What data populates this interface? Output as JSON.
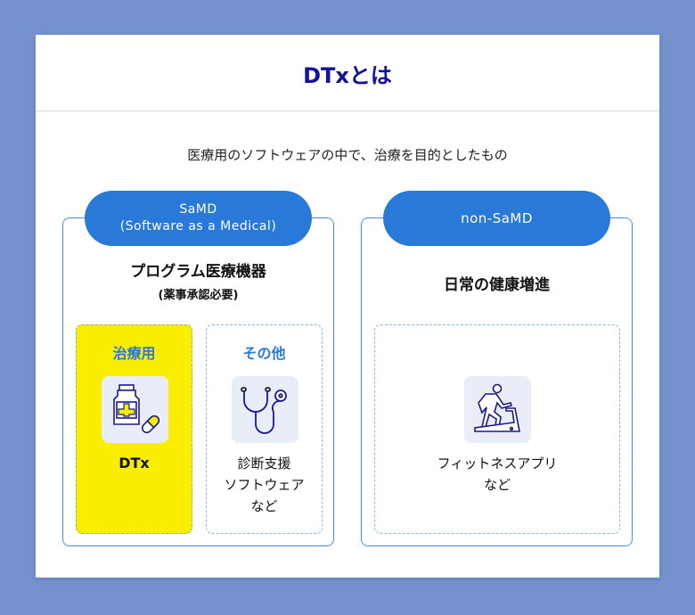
{
  "title": "DTxとは",
  "subtitle": "医療用のソフトウェアの中で、治療を目的としたもの",
  "samd": {
    "pill_line1": "SaMD",
    "pill_line2": "(Software as a Medical)",
    "heading": "プログラム医療機器",
    "subheading": "(薬事承認必要)",
    "treatment": {
      "label": "治療用",
      "icon": "medicine-bottle-capsule-icon",
      "text": "DTx"
    },
    "other": {
      "label": "その他",
      "icon": "stethoscope-icon",
      "line1": "診断支援",
      "line2": "ソフトウェア",
      "line3": "など"
    }
  },
  "nonsamd": {
    "pill": "non-SaMD",
    "heading": "日常の健康増進",
    "icon": "treadmill-runner-icon",
    "line1": "フィットネスアプリ",
    "line2": "など"
  },
  "colors": {
    "background": "#7592cf",
    "navy": "#11119a",
    "accent": "#2979d9",
    "highlight": "#f9ee00"
  }
}
